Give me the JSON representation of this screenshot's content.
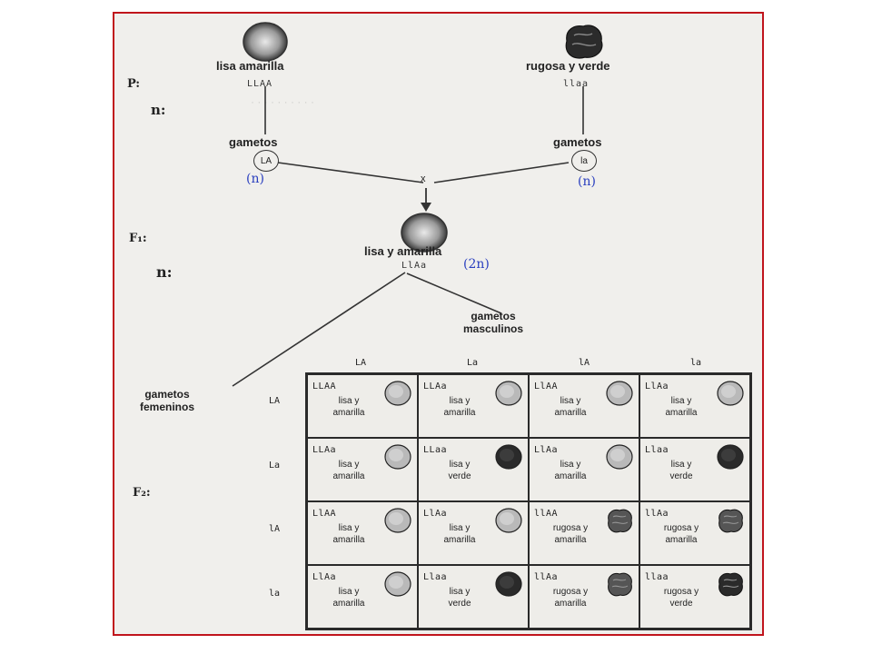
{
  "parents": {
    "left": {
      "phenotype": "lisa amarilla",
      "genotype": "LLAA"
    },
    "right": {
      "phenotype": "rugosa y verde",
      "genotype": "llaa"
    },
    "label": "P:",
    "n_label": "n:"
  },
  "gametes": {
    "left": {
      "label": "gametos",
      "gamete": "LA",
      "note": "(n)"
    },
    "right": {
      "label": "gametos",
      "gamete": "la",
      "note": "(n)"
    },
    "cross": "x"
  },
  "f1": {
    "label": "F₁:",
    "phenotype": "lisa y amarilla",
    "genotype": "LlAa",
    "note": "(2n)",
    "n_label": "n:",
    "male_gametes": "gametos\nmasculinos",
    "female_gametes": "gametos\nfemeninos"
  },
  "f2": {
    "label": "F₂:",
    "col_headers": [
      "LA",
      "La",
      "lA",
      "la"
    ],
    "row_headers": [
      "LA",
      "La",
      "lA",
      "la"
    ],
    "cells": [
      [
        {
          "g": "LLAA",
          "p": "lisa y\namarilla",
          "seed": "smooth-yellow"
        },
        {
          "g": "LLAa",
          "p": "lisa y\namarilla",
          "seed": "smooth-yellow"
        },
        {
          "g": "LlAA",
          "p": "lisa y\namarilla",
          "seed": "smooth-yellow"
        },
        {
          "g": "LlAa",
          "p": "lisa y\namarilla",
          "seed": "smooth-yellow"
        }
      ],
      [
        {
          "g": "LLAa",
          "p": "lisa y\namarilla",
          "seed": "smooth-yellow"
        },
        {
          "g": "LLaa",
          "p": "lisa y\nverde",
          "seed": "smooth-green"
        },
        {
          "g": "LlAa",
          "p": "lisa y\namarilla",
          "seed": "smooth-yellow"
        },
        {
          "g": "Llaa",
          "p": "lisa y\nverde",
          "seed": "smooth-green"
        }
      ],
      [
        {
          "g": "LlAA",
          "p": "lisa y\namarilla",
          "seed": "smooth-yellow"
        },
        {
          "g": "LlAa",
          "p": "lisa y\namarilla",
          "seed": "smooth-yellow"
        },
        {
          "g": "llAA",
          "p": "rugosa y\namarilla",
          "seed": "wrinkled-yellow"
        },
        {
          "g": "llAa",
          "p": "rugosa y\namarilla",
          "seed": "wrinkled-yellow"
        }
      ],
      [
        {
          "g": "LlAa",
          "p": "lisa y\namarilla",
          "seed": "smooth-yellow"
        },
        {
          "g": "Llaa",
          "p": "lisa y\nverde",
          "seed": "smooth-green"
        },
        {
          "g": "llAa",
          "p": "rugosa y\namarilla",
          "seed": "wrinkled-yellow"
        },
        {
          "g": "llaa",
          "p": "rugosa y\nverde",
          "seed": "wrinkled-green"
        }
      ]
    ]
  },
  "colors": {
    "frame_border": "#c0141c",
    "handwriting": "#2a3fbf"
  }
}
